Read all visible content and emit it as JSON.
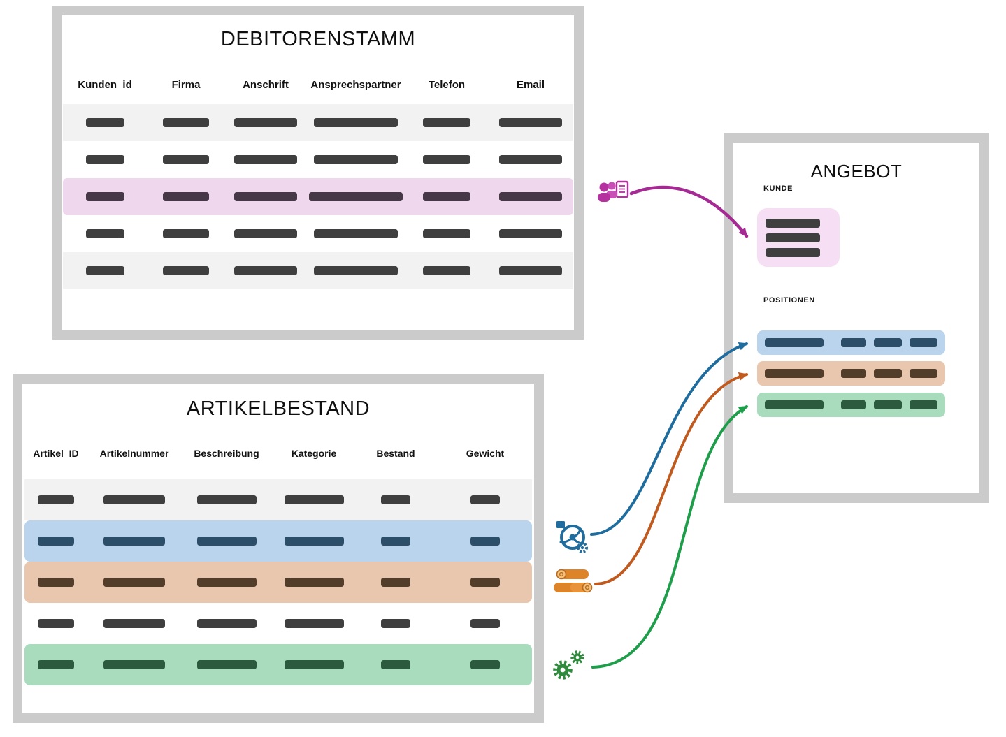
{
  "debitorenstamm": {
    "title": "DEBITORENSTAMM",
    "columns": [
      "Kunden_id",
      "Firma",
      "Anschrift",
      "Ansprechspartner",
      "Telefon",
      "Email"
    ],
    "row_count": 5,
    "highlighted_row_index": 3,
    "colors": {
      "frame": "#cbcbcb",
      "stripe": "#f2f2f2",
      "bar": "#3f3f3f",
      "highlight": "#efd7ee"
    }
  },
  "artikelbestand": {
    "title": "ARTIKELBESTAND",
    "columns": [
      "Artikel_ID",
      "Artikelnummer",
      "Beschreibung",
      "Kategorie",
      "Bestand",
      "Gewicht"
    ],
    "row_count": 5,
    "colors": {
      "frame": "#cbcbcb",
      "stripe": "#f2f2f2",
      "bar": "#3f3f3f",
      "row2_highlight": "#b9d4ec",
      "row3_highlight": "#e9c7ae",
      "row5_highlight": "#a8dcbd"
    }
  },
  "angebot": {
    "title": "ANGEBOT",
    "kunde_label": "KUNDE",
    "positionen_label": "POSITIONEN",
    "position_row_count": 3,
    "colors": {
      "kunde_box": "#f6dff4",
      "position1": "#b9d4ec",
      "position2": "#e9c7ae",
      "position3": "#a8dcbd"
    }
  },
  "icons": [
    {
      "name": "customer-contact-icon",
      "color": "#b5319f"
    },
    {
      "name": "pump-icon",
      "color": "#1f6d9e"
    },
    {
      "name": "wood-logs-icon",
      "color": "#dd8328"
    },
    {
      "name": "gears-icon",
      "color": "#2e8b3c"
    }
  ],
  "arrows": [
    {
      "name": "kunde-arrow",
      "color": "#a62a93"
    },
    {
      "name": "position-blue-arrow",
      "color": "#1f6d9e"
    },
    {
      "name": "position-orange-arrow",
      "color": "#c05a1e"
    },
    {
      "name": "position-green-arrow",
      "color": "#1e9e4a"
    }
  ]
}
